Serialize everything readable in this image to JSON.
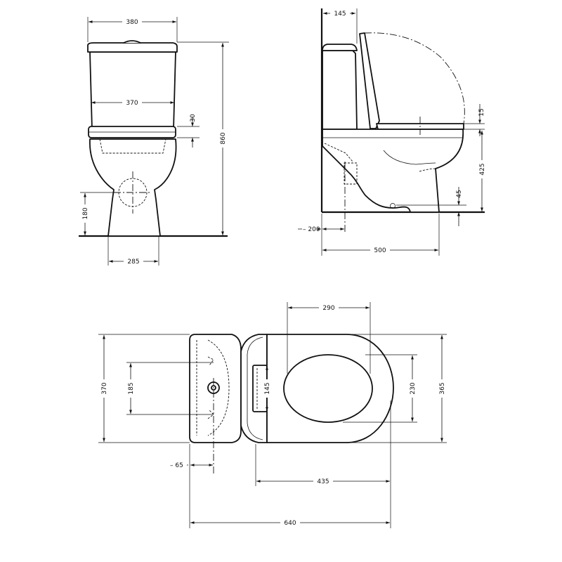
{
  "dimensions": {
    "front_tank_width": "380",
    "front_tank_inner": "370",
    "front_lid": "30",
    "front_height": "860",
    "front_outlet_height": "180",
    "front_base_width": "285",
    "side_tank_depth": "145",
    "side_seat_thickness": "15",
    "side_seat_height": "425",
    "side_outlet": "45",
    "side_wall_offset": "200",
    "side_depth": "500",
    "top_hole_spacing": "290",
    "top_tank_width": "370",
    "top_flush_spacing": "185",
    "top_button": "145",
    "top_opening_width": "230",
    "top_bowl_width": "365",
    "top_inlet_offset": "65",
    "top_bowl_length": "435",
    "top_overall_length": "640"
  }
}
